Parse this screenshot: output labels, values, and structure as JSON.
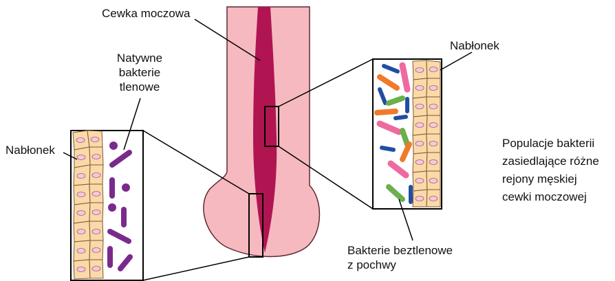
{
  "labels": {
    "urethra": "Cewka moczowa",
    "native_bacteria": [
      "Natywne",
      "bakterie",
      "tlenowe"
    ],
    "epithelium_left": "Nabłonek",
    "epithelium_right": "Nabłonek",
    "populations": [
      "Populacje bakterii",
      "zasiedlające różne",
      "rejony męskiej",
      "cewki moczowej"
    ],
    "anaerobic_bacteria": [
      "Bakterie beztlenowe",
      "z pochwy"
    ]
  },
  "colors": {
    "penis_fill": "#f6b9c0",
    "penis_outline": "#5a2a30",
    "urethra_fill": "#b01552",
    "cell_fill": "#fbd9a8",
    "cell_outline": "#7a5a30",
    "nucleus_fill": "#f7c8d8",
    "aerobic_bacteria": "#7a2a8c",
    "anaerobic_blue": "#1f4fa3",
    "anaerobic_orange": "#f07a2a",
    "anaerobic_green": "#6ab04c",
    "anaerobic_pink": "#ee6aa0"
  }
}
